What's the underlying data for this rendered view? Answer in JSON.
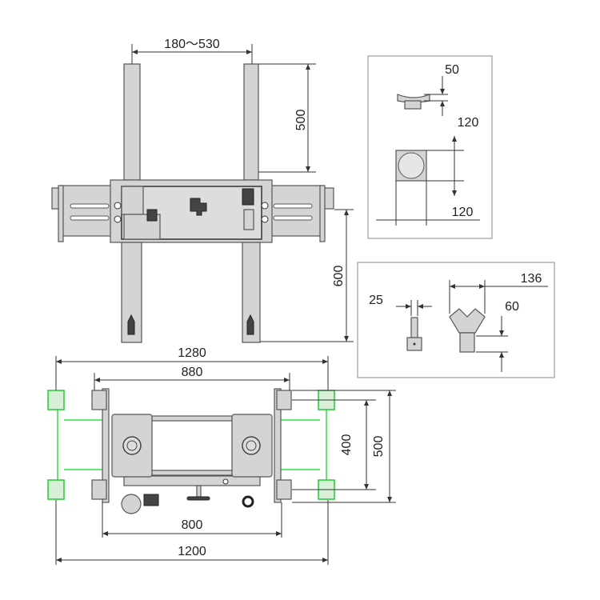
{
  "front_view": {
    "pillar_spacing": "180～530",
    "pillar_height": "500",
    "leg_height": "600"
  },
  "inset_pad": {
    "thickness": "50",
    "height": "120",
    "width": "120"
  },
  "inset_vblock": {
    "pin_width": "25",
    "v_width": "136",
    "v_height": "60"
  },
  "top_view": {
    "outer_length": "1280",
    "inner_length": "880",
    "base_length": "800",
    "overall_length": "1200",
    "inner_width": "400",
    "outer_width": "500"
  },
  "colors": {
    "extended_position": "#22cc33",
    "parts": "#d4d4d4"
  }
}
